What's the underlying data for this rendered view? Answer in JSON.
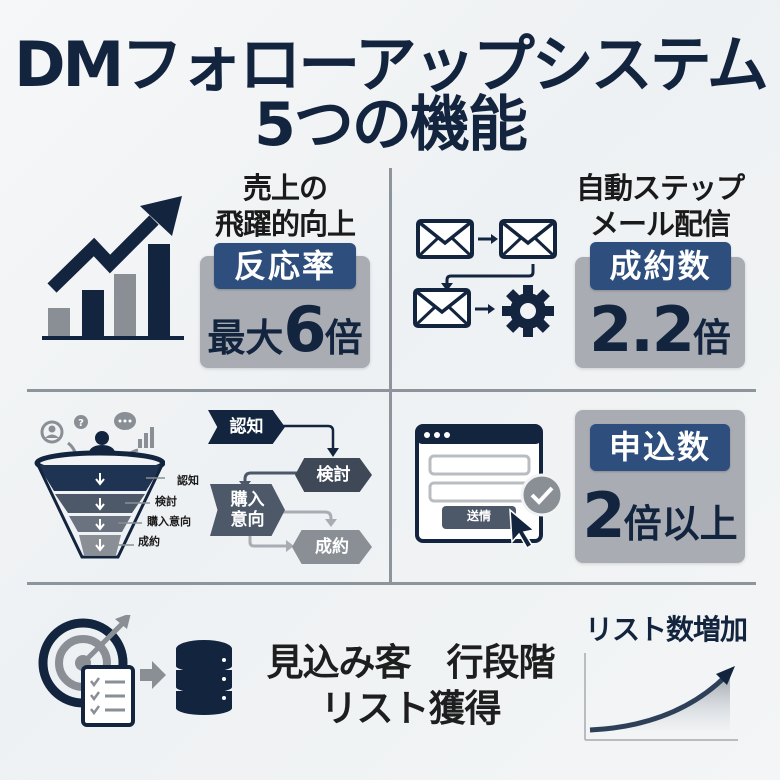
{
  "title": {
    "line1": "DMフォローアップシステム",
    "line2": "5つの機能"
  },
  "colors": {
    "navy": "#13243f",
    "label_blue": "#2e4f7e",
    "box_gray": "#a9adb3",
    "divider_gray": "#8e949b",
    "icon_gray": "#8a8f96"
  },
  "features": [
    {
      "id": "sales-growth",
      "heading_lines": [
        "売上の",
        "飛躍的向上"
      ],
      "icon": "bar-chart-up-arrow-icon",
      "stat_label": "反応率",
      "stat_prefix": "最大",
      "stat_number": "6",
      "stat_suffix": "倍"
    },
    {
      "id": "auto-step-mail",
      "heading_lines": [
        "自動ステップ",
        "メール配信"
      ],
      "icon": "email-sequence-gear-icon",
      "stat_label": "成約数",
      "stat_number": "2.2",
      "stat_suffix": "倍"
    },
    {
      "id": "funnel",
      "icon": "sales-funnel-icon",
      "funnel_stages": [
        "認知",
        "検討",
        "購入意向",
        "成約"
      ],
      "flow_steps": [
        {
          "label": "認知",
          "line1": "認知",
          "line2": ""
        },
        {
          "label": "検討",
          "line1": "検討",
          "line2": ""
        },
        {
          "label": "購入意向",
          "line1": "購入",
          "line2": "意向"
        },
        {
          "label": "成約",
          "line1": "成約",
          "line2": ""
        }
      ]
    },
    {
      "id": "application-form",
      "icon": "web-form-check-icon",
      "form_button_label": "送情",
      "stat_label": "申込数",
      "stat_number": "2",
      "stat_suffix": "倍以上"
    },
    {
      "id": "list-acquisition",
      "icon": "target-checklist-database-icon",
      "text_line1": "見込み客　行段階",
      "text_line2": "リスト獲得",
      "growth_title": "リスト数増加",
      "growth_icon": "growth-curve-icon"
    }
  ]
}
